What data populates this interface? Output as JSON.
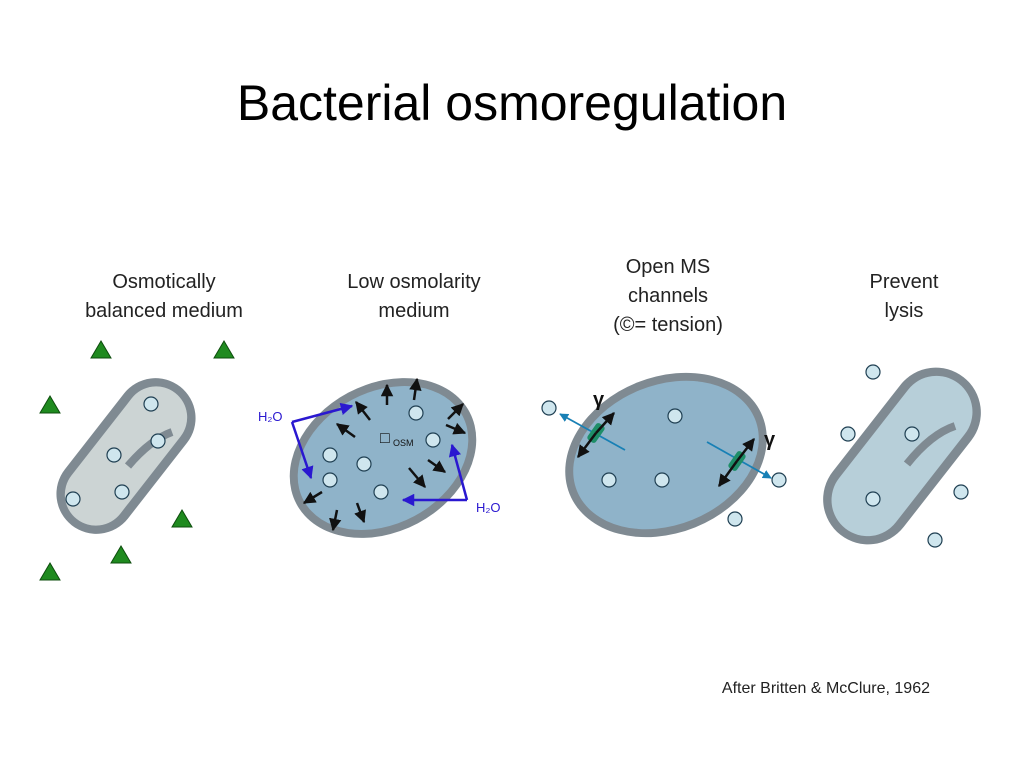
{
  "title": "Bacterial osmoregulation",
  "panels": [
    {
      "label_lines": [
        "Osmotically",
        "balanced medium"
      ]
    },
    {
      "label_lines": [
        "Low osmolarity",
        "medium"
      ]
    },
    {
      "label_lines": [
        "Open MS",
        "channels",
        "(©= tension)"
      ]
    },
    {
      "label_lines": [
        "Prevent",
        "lysis"
      ]
    }
  ],
  "water_label": "H₂O",
  "osm_label": {
    "symbol": "□",
    "subscript": "OSM"
  },
  "tension_symbol": "γ",
  "citation": "After Britten & McClure, 1962",
  "colors": {
    "cell_wall": "#7f8a92",
    "cell_balanced": "#ccd4d4",
    "cell_swollen": "#8fb3c9",
    "cell_lysis_prevented": "#b7cfd9",
    "solute": "#cfe6ee",
    "solute_stroke": "#1f3f52",
    "triangle": "#1f8a1f",
    "water_arrow": "#2a18d0",
    "efflux_arrow": "#1880b5",
    "channel": "#1e8e68"
  }
}
